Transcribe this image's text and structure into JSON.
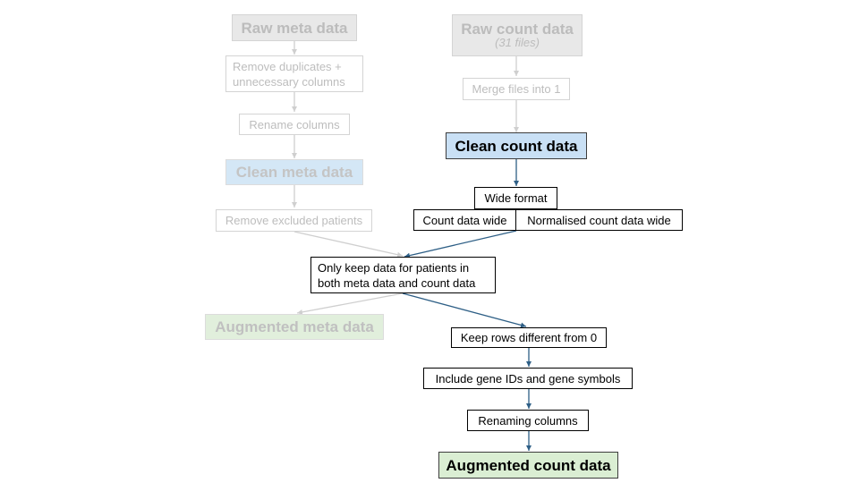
{
  "colors": {
    "active_edge": "#2e5f86",
    "faded_edge": "#cfcfcf",
    "clean_blue": "#c9e0f5",
    "augmented_green": "#daeed3"
  },
  "nodes": {
    "raw_meta": {
      "label": "Raw meta data"
    },
    "remove_dups": {
      "line1": "Remove duplicates +",
      "line2": "unnecessary columns"
    },
    "rename_cols": {
      "label": "Rename columns"
    },
    "clean_meta": {
      "label": "Clean meta data"
    },
    "remove_excluded": {
      "label": "Remove excluded patients"
    },
    "raw_count": {
      "label": "Raw count data",
      "sub": "(31 files)"
    },
    "merge_files": {
      "label": "Merge files into 1"
    },
    "clean_count": {
      "label": "Clean count data"
    },
    "wide_format": {
      "label": "Wide format"
    },
    "count_wide": {
      "label": "Count data wide"
    },
    "norm_wide": {
      "label": "Normalised count data wide"
    },
    "only_keep": {
      "line1": "Only keep data for patients in",
      "line2": "both meta data and count data"
    },
    "aug_meta": {
      "label": "Augmented meta data"
    },
    "keep_rows": {
      "label": "Keep rows different from 0"
    },
    "include_ids": {
      "label": "Include gene IDs and gene symbols"
    },
    "renaming_cols": {
      "label": "Renaming columns"
    },
    "aug_count": {
      "label": "Augmented count data"
    }
  }
}
